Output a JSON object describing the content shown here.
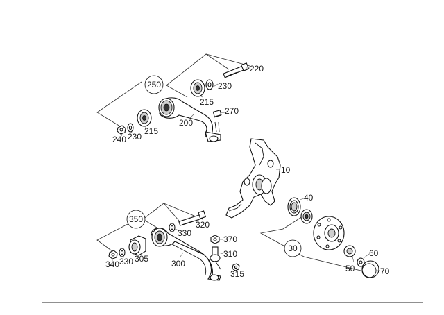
{
  "diagram": {
    "group_labels": [
      "250",
      "350",
      "30"
    ],
    "part_labels": [
      "220",
      "230",
      "215",
      "270",
      "200",
      "240",
      "230",
      "215",
      "10",
      "40",
      "320",
      "330",
      "370",
      "310",
      "340",
      "330",
      "305",
      "300",
      "315",
      "60",
      "50",
      "70"
    ]
  }
}
